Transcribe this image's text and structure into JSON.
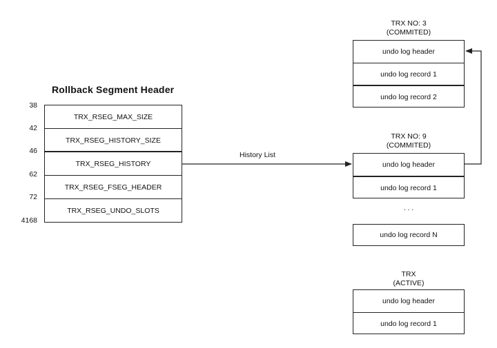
{
  "rseg": {
    "title": "Rollback Segment Header",
    "offsets": [
      "38",
      "42",
      "46",
      "62",
      "72",
      "4168"
    ],
    "fields": [
      "TRX_RSEG_MAX_SIZE",
      "TRX_RSEG_HISTORY_SIZE",
      "TRX_RSEG_HISTORY",
      "TRX_RSEG_FSEG_HEADER",
      "TRX_RSEG_UNDO_SLOTS"
    ]
  },
  "edge_label": "History List",
  "trx3": {
    "label_line1": "TRX NO: 3",
    "label_line2": "(COMMITED)",
    "rows": [
      "undo log header",
      "undo log record 1",
      "undo log record 2"
    ]
  },
  "trx9": {
    "label_line1": "TRX NO: 9",
    "label_line2": "(COMMITED)",
    "rows": [
      "undo log header",
      "undo log record 1"
    ],
    "ellipsis": ". . .",
    "last_row": "undo log record N"
  },
  "trx_active": {
    "label_line1": "TRX",
    "label_line2": "(ACTIVE)",
    "rows": [
      "undo log header",
      "undo log record 1"
    ]
  }
}
